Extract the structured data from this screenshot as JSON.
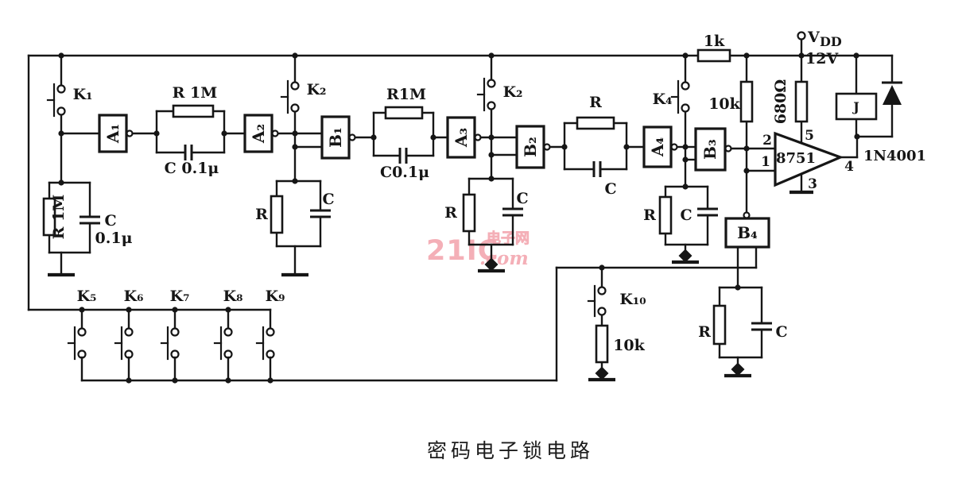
{
  "caption": "密码电子锁电路",
  "watermark": {
    "brand": "21IC",
    "cn": "电子网",
    "domain": ".com"
  },
  "power": {
    "v": "V",
    "v_sub": "DD",
    "volts": "12V"
  },
  "supply_parts": {
    "r1k": "1k",
    "r10k": "10k",
    "r680": "680Ω"
  },
  "ic": {
    "name": "8751",
    "pin1": "1",
    "pin2": "2",
    "pin3": "3",
    "pin4": "4",
    "pin5": "5"
  },
  "relay": {
    "label": "J"
  },
  "diode": {
    "label": "1N4001"
  },
  "gates": {
    "a1": "A₁",
    "a2": "A₂",
    "a3": "A₃",
    "a4": "A₄",
    "b1": "B₁",
    "b2": "B₂",
    "b3": "B₃",
    "b4": "B₄"
  },
  "switches": {
    "k1": "K₁",
    "k2a": "K₂",
    "k2b": "K₂",
    "k4": "K₄",
    "k5": "K₅",
    "k6": "K₆",
    "k7": "K₇",
    "k8": "K₈",
    "k9": "K₉",
    "k10": "K₁₀"
  },
  "k10_branch": {
    "r": "10k"
  },
  "fb1": {
    "r": "R 1M",
    "c": "C 0.1μ"
  },
  "fb2": {
    "r": "R1M",
    "c": "C0.1μ"
  },
  "fb3": {
    "r": "R",
    "c": "C"
  },
  "shunt1": {
    "r": "R 1M",
    "c": "C",
    "c_val": "0.1μ"
  },
  "shunt2": {
    "r": "R",
    "c": "C"
  },
  "shunt3": {
    "r": "R",
    "c": "C"
  },
  "shunt4": {
    "r": "R",
    "c": "C"
  },
  "b4rc": {
    "r": "R",
    "c": "C"
  }
}
